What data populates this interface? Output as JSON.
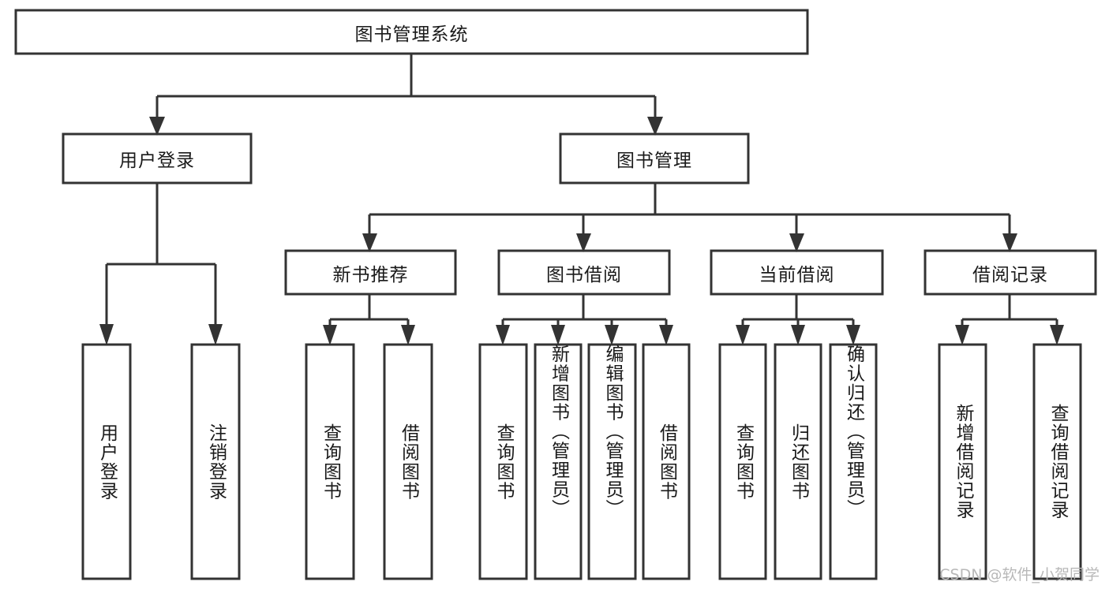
{
  "diagram": {
    "type": "tree",
    "title": "图书管理系统",
    "watermark": "CSDN @软件_小贺同学",
    "root": {
      "label": "图书管理系统"
    },
    "level2": [
      {
        "label": "用户登录"
      },
      {
        "label": "图书管理"
      }
    ],
    "level3": [
      {
        "label": "新书推荐"
      },
      {
        "label": "图书借阅"
      },
      {
        "label": "当前借阅"
      },
      {
        "label": "借阅记录"
      }
    ],
    "leaves": {
      "user_login": [
        {
          "label": "用户登录"
        },
        {
          "label": "注销登录"
        }
      ],
      "new_book_recommend": [
        {
          "label": "查询图书"
        },
        {
          "label": "借阅图书"
        }
      ],
      "book_borrow": [
        {
          "label": "查询图书"
        },
        {
          "label": "新增图书（管理员）"
        },
        {
          "label": "编辑图书（管理员）"
        },
        {
          "label": "借阅图书"
        }
      ],
      "current_borrow": [
        {
          "label": "查询图书"
        },
        {
          "label": "归还图书"
        },
        {
          "label": "确认归还（管理员）"
        }
      ],
      "borrow_record": [
        {
          "label": "新增借阅记录"
        },
        {
          "label": "查询借阅记录"
        }
      ]
    },
    "colors": {
      "box_fill": "#ffffff",
      "box_stroke": "#333333",
      "text": "#1a1a1a",
      "background": "#ffffff",
      "watermark": "#b8b8b8"
    }
  }
}
